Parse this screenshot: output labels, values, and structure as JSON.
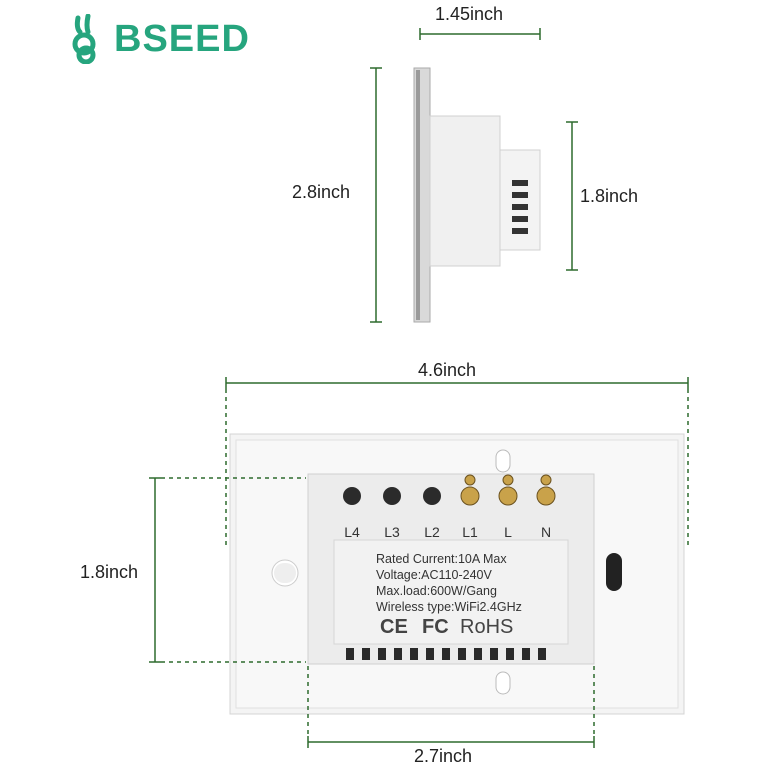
{
  "brand": {
    "name": "BSEED",
    "color": "#26a57e"
  },
  "dimensions": {
    "depth": "1.45inch",
    "side_height": "2.8inch",
    "module_height_side": "1.8inch",
    "plate_width": "4.6inch",
    "module_height_back": "1.8inch",
    "module_width": "2.7inch"
  },
  "terminals": [
    "L4",
    "L3",
    "L2",
    "L1",
    "L",
    "N"
  ],
  "label_plate": {
    "rated_current": "Rated Current:10A Max",
    "voltage": "Voltage:AC110-240V",
    "max_load": "Max.load:600W/Gang",
    "wireless": "Wireless type:WiFi2.4GHz",
    "certifications": [
      "CE",
      "FC",
      "RoHS"
    ]
  },
  "colors": {
    "dimension_line": "#2e6b2e",
    "plate": "#f5f5f5",
    "module": "#ececec",
    "screw_brass": "#c9a24a"
  }
}
